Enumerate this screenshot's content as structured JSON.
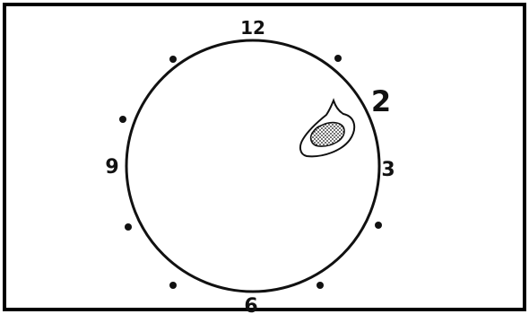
{
  "diagram": {
    "clock_numbers": {
      "n12": "12",
      "n3": "3",
      "n6": "6",
      "n9": "9",
      "n2": "2"
    },
    "hour_marker_dots": [
      "1",
      "4",
      "5",
      "7",
      "8",
      "10",
      "11"
    ],
    "lesion_shape": "stippled-lesion-icon",
    "colors": {
      "ink": "#111111",
      "background": "#ffffff",
      "frame": "#000000"
    }
  }
}
